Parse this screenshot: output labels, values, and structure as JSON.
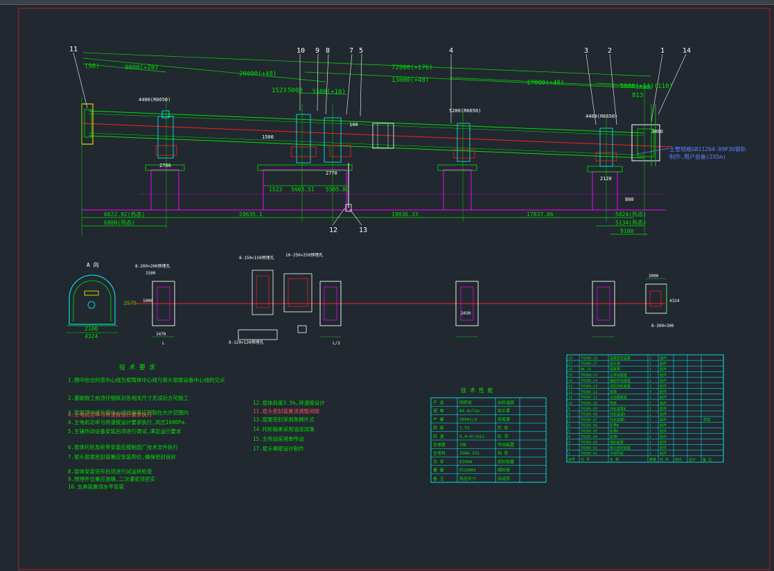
{
  "colors": {
    "bg": "#212830",
    "green": "#00e000",
    "white": "#ffffff",
    "yellow": "#ffff00",
    "cyan": "#00ffff",
    "magenta": "#ff00ff",
    "red": "#ff2020",
    "frame": "#c02020"
  },
  "part_numbers": [
    "11",
    "10",
    "9",
    "8",
    "7",
    "5",
    "4",
    "3",
    "2",
    "1",
    "14",
    "12",
    "13"
  ],
  "dimensions_top": [
    "(98)",
    "9000(+20)",
    "20000(+48)",
    "72000(+176)",
    "13000(+48)",
    "17000(+48)",
    "5600(+14)(110)",
    "1523",
    "5000",
    "3300(+10)",
    "813"
  ],
  "dimensions_bottom": [
    "6622.92(热态)",
    "20635.1",
    "19036.33",
    "17837.86",
    "5024(热态)",
    "5134(热态)",
    "9100",
    "6880(热态)",
    "1523",
    "5603.51",
    "5505.89"
  ],
  "callouts": [
    "4400(R6650)",
    "5200(R6650)",
    "4400(R6650)",
    "3000",
    "2700",
    "2770",
    "2120",
    "800",
    "1500",
    "100"
  ],
  "cross_section": {
    "title": "A 向",
    "dims": [
      "2100",
      "4324",
      "2575"
    ]
  },
  "plan_dims": [
    "8-200×200预埋孔",
    "1500",
    "1470",
    "1000",
    "2030",
    "8-120×120预埋孔",
    "8-150×150预埋孔",
    "10-250×250预埋孔",
    "3000",
    "4324",
    "8-300×300",
    "L",
    "L/2"
  ],
  "notes": {
    "title": "技 术 要 求",
    "items": [
      "1.图中给出的窑中心线为窑筒体中心线与窑头窑尾设备中心线的交点",
      "2.基础施工前须仔细核对各相关尺寸无误后方可施工",
      "3.窑墩顶中线与窑中心线的偏差应控制在允许范围内",
      "4.主电机功率与转速按设计要求执行,风压1600Pa.",
      "5.主辅传动设备安装后须进行调试,满足运行要求",
      "6.窑体托轮及轮带安装应按制造厂技术文件执行",
      "7.窑头窑尾密封装置应安装到位,确保密封良好",
      "8.窑体安装完毕后须进行试运转检查",
      "9.预埋件位置应准确,二次灌浆须密实",
      "10.支承装置须水平安装"
    ]
  },
  "mid_notes": {
    "title": "技 术 性 能",
    "items": [
      "12.窑体斜度3.5%,转速按设计",
      "13.窑尾密封采用鱼鳞片式",
      "14.托轮轴承采用油浴润滑",
      "15.主传动采用单传动",
      "17.窑头罩按设计制作"
    ]
  },
  "red_notes": [
    "4.主电机功率与转速按设计要求执行",
    "11.窑头密封装置须调整间隙"
  ],
  "spec_note": {
    "line1": "土管规格GB11264-89P30钢轨",
    "line2": "制作,用户自备(2X5m)"
  },
  "info_table": {
    "rows": [
      [
        "产 品",
        "回转窑"
      ],
      [
        "规 格",
        "Φ4.8×72m"
      ],
      [
        "产 量",
        "5000t/d"
      ],
      [
        "斜 度",
        "3.5%"
      ],
      [
        "转 速",
        "0.4~4r/min"
      ],
      [
        "支承数",
        "3档"
      ],
      [
        "主电机",
        "ZSN4-355"
      ],
      [
        "功 率",
        "630kW"
      ],
      [
        "重 量",
        "约1000t"
      ],
      [
        "备 注",
        "热态尺寸"
      ]
    ],
    "side": [
      "出料温度",
      "窑头罩",
      "窑尾罩",
      "托 轮",
      "轮 带",
      "传动装置",
      "挡 轮",
      "密封装置",
      "喂料管",
      "烧成带"
    ]
  },
  "bom": {
    "rows": [
      [
        "18",
        "TH300-18",
        "窑尾密封装置",
        "1",
        "组件"
      ],
      [
        "17",
        "TH300-17",
        "窑头罩",
        "1",
        "组件"
      ],
      [
        "16",
        "HK-14",
        "窑尾罩",
        "1",
        "组件"
      ],
      [
        "15",
        "TH300-15",
        "主传动装置",
        "1",
        "组件"
      ],
      [
        "14",
        "TH300-14",
        "辅助传动装置",
        "1",
        "组件"
      ],
      [
        "13",
        "TH300-13",
        "液压挡轮装置",
        "1",
        "组件"
      ],
      [
        "12",
        "TH300-12",
        "窑墩",
        "4",
        "组件"
      ],
      [
        "11",
        "TH300-11",
        "大齿圈装置",
        "1",
        "组件"
      ],
      [
        "10",
        "TH300-10",
        "筒体",
        "1",
        "组件"
      ],
      [
        "9",
        "TH300-09",
        "托轮装置Ⅲ",
        "1",
        "组件"
      ],
      [
        "8",
        "TH300-08",
        "托轮装置Ⅱ",
        "1",
        "组件"
      ],
      [
        "7",
        "TH300-07",
        "托轮装置Ⅰ",
        "1",
        "组件"
      ],
      [
        "6",
        "TH300-06",
        "轮带Ⅲ",
        "1",
        "组件"
      ],
      [
        "5",
        "TH300-05",
        "轮带Ⅱ",
        "1",
        "组件"
      ],
      [
        "4",
        "TH300-04",
        "轮带Ⅰ",
        "1",
        "组件"
      ],
      [
        "3",
        "TH300-03",
        "喂料装置",
        "1",
        "组件"
      ],
      [
        "2",
        "TH300-02",
        "窑头密封装置",
        "1",
        "组件"
      ],
      [
        "1",
        "TH300-01",
        "冷却风机",
        "1",
        "组件"
      ]
    ],
    "header": [
      "序号",
      "代 号",
      "名 称",
      "数量",
      "材 料",
      "单件",
      "总计",
      "备 注"
    ],
    "remark": "借用"
  }
}
